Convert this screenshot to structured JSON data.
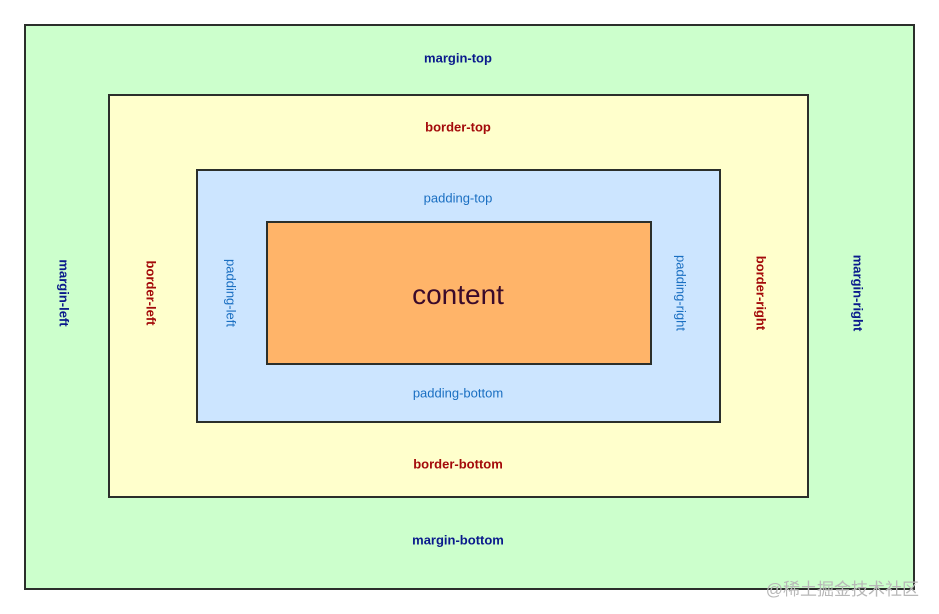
{
  "labels": {
    "margin_top": "margin-top",
    "margin_bottom": "margin-bottom",
    "margin_left": "margin-left",
    "margin_right": "margin-right",
    "border_top": "border-top",
    "border_bottom": "border-bottom",
    "border_left": "border-left",
    "border_right": "border-right",
    "padding_top": "padding-top",
    "padding_bottom": "padding-bottom",
    "padding_left": "padding-left",
    "padding_right": "padding-right",
    "content": "content"
  },
  "watermark": "@稀土掘金技术社区",
  "colors": {
    "margin_fill": "#ccffcc",
    "border_fill": "#ffffcc",
    "padding_fill": "#cce5ff",
    "content_fill": "#ffb469",
    "margin_text": "#0a1a8c",
    "border_text": "#a30a0a",
    "padding_text": "#1a6fc2"
  }
}
